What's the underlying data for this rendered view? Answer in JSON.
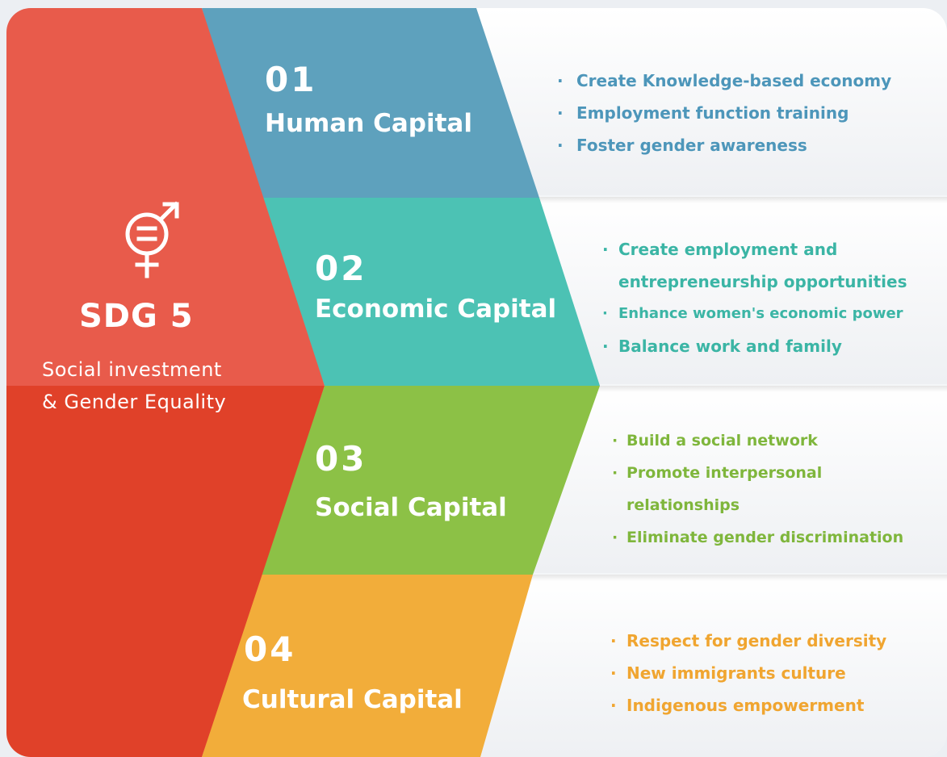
{
  "colors": {
    "human": "#5ea1bd",
    "economic": "#4cc2b4",
    "social": "#8cc146",
    "cultural": "#f2ad3a",
    "hub_top": "#e85b4b",
    "hub_bottom": "#e04129"
  },
  "hub": {
    "icon": "gender-equality-icon",
    "title": "SDG 5",
    "subtitle_line1": "Social investment",
    "subtitle_line2": "& Gender Equality"
  },
  "capitals": [
    {
      "number": "01",
      "name": "Human Capital",
      "bullets": [
        "Create Knowledge-based economy",
        "Employment function training",
        "Foster gender awareness"
      ]
    },
    {
      "number": "02",
      "name": "Economic Capital",
      "bullets": [
        "Create employment and",
        "entrepreneurship opportunities",
        "Enhance women's economic power",
        "Balance work and family"
      ]
    },
    {
      "number": "03",
      "name": "Social Capital",
      "bullets": [
        "Build a social network",
        "Promote interpersonal",
        "relationships",
        "Eliminate gender discrimination"
      ]
    },
    {
      "number": "04",
      "name": "Cultural Capital",
      "bullets": [
        "Respect for gender diversity",
        "New immigrants culture",
        "Indigenous empowerment"
      ]
    }
  ]
}
